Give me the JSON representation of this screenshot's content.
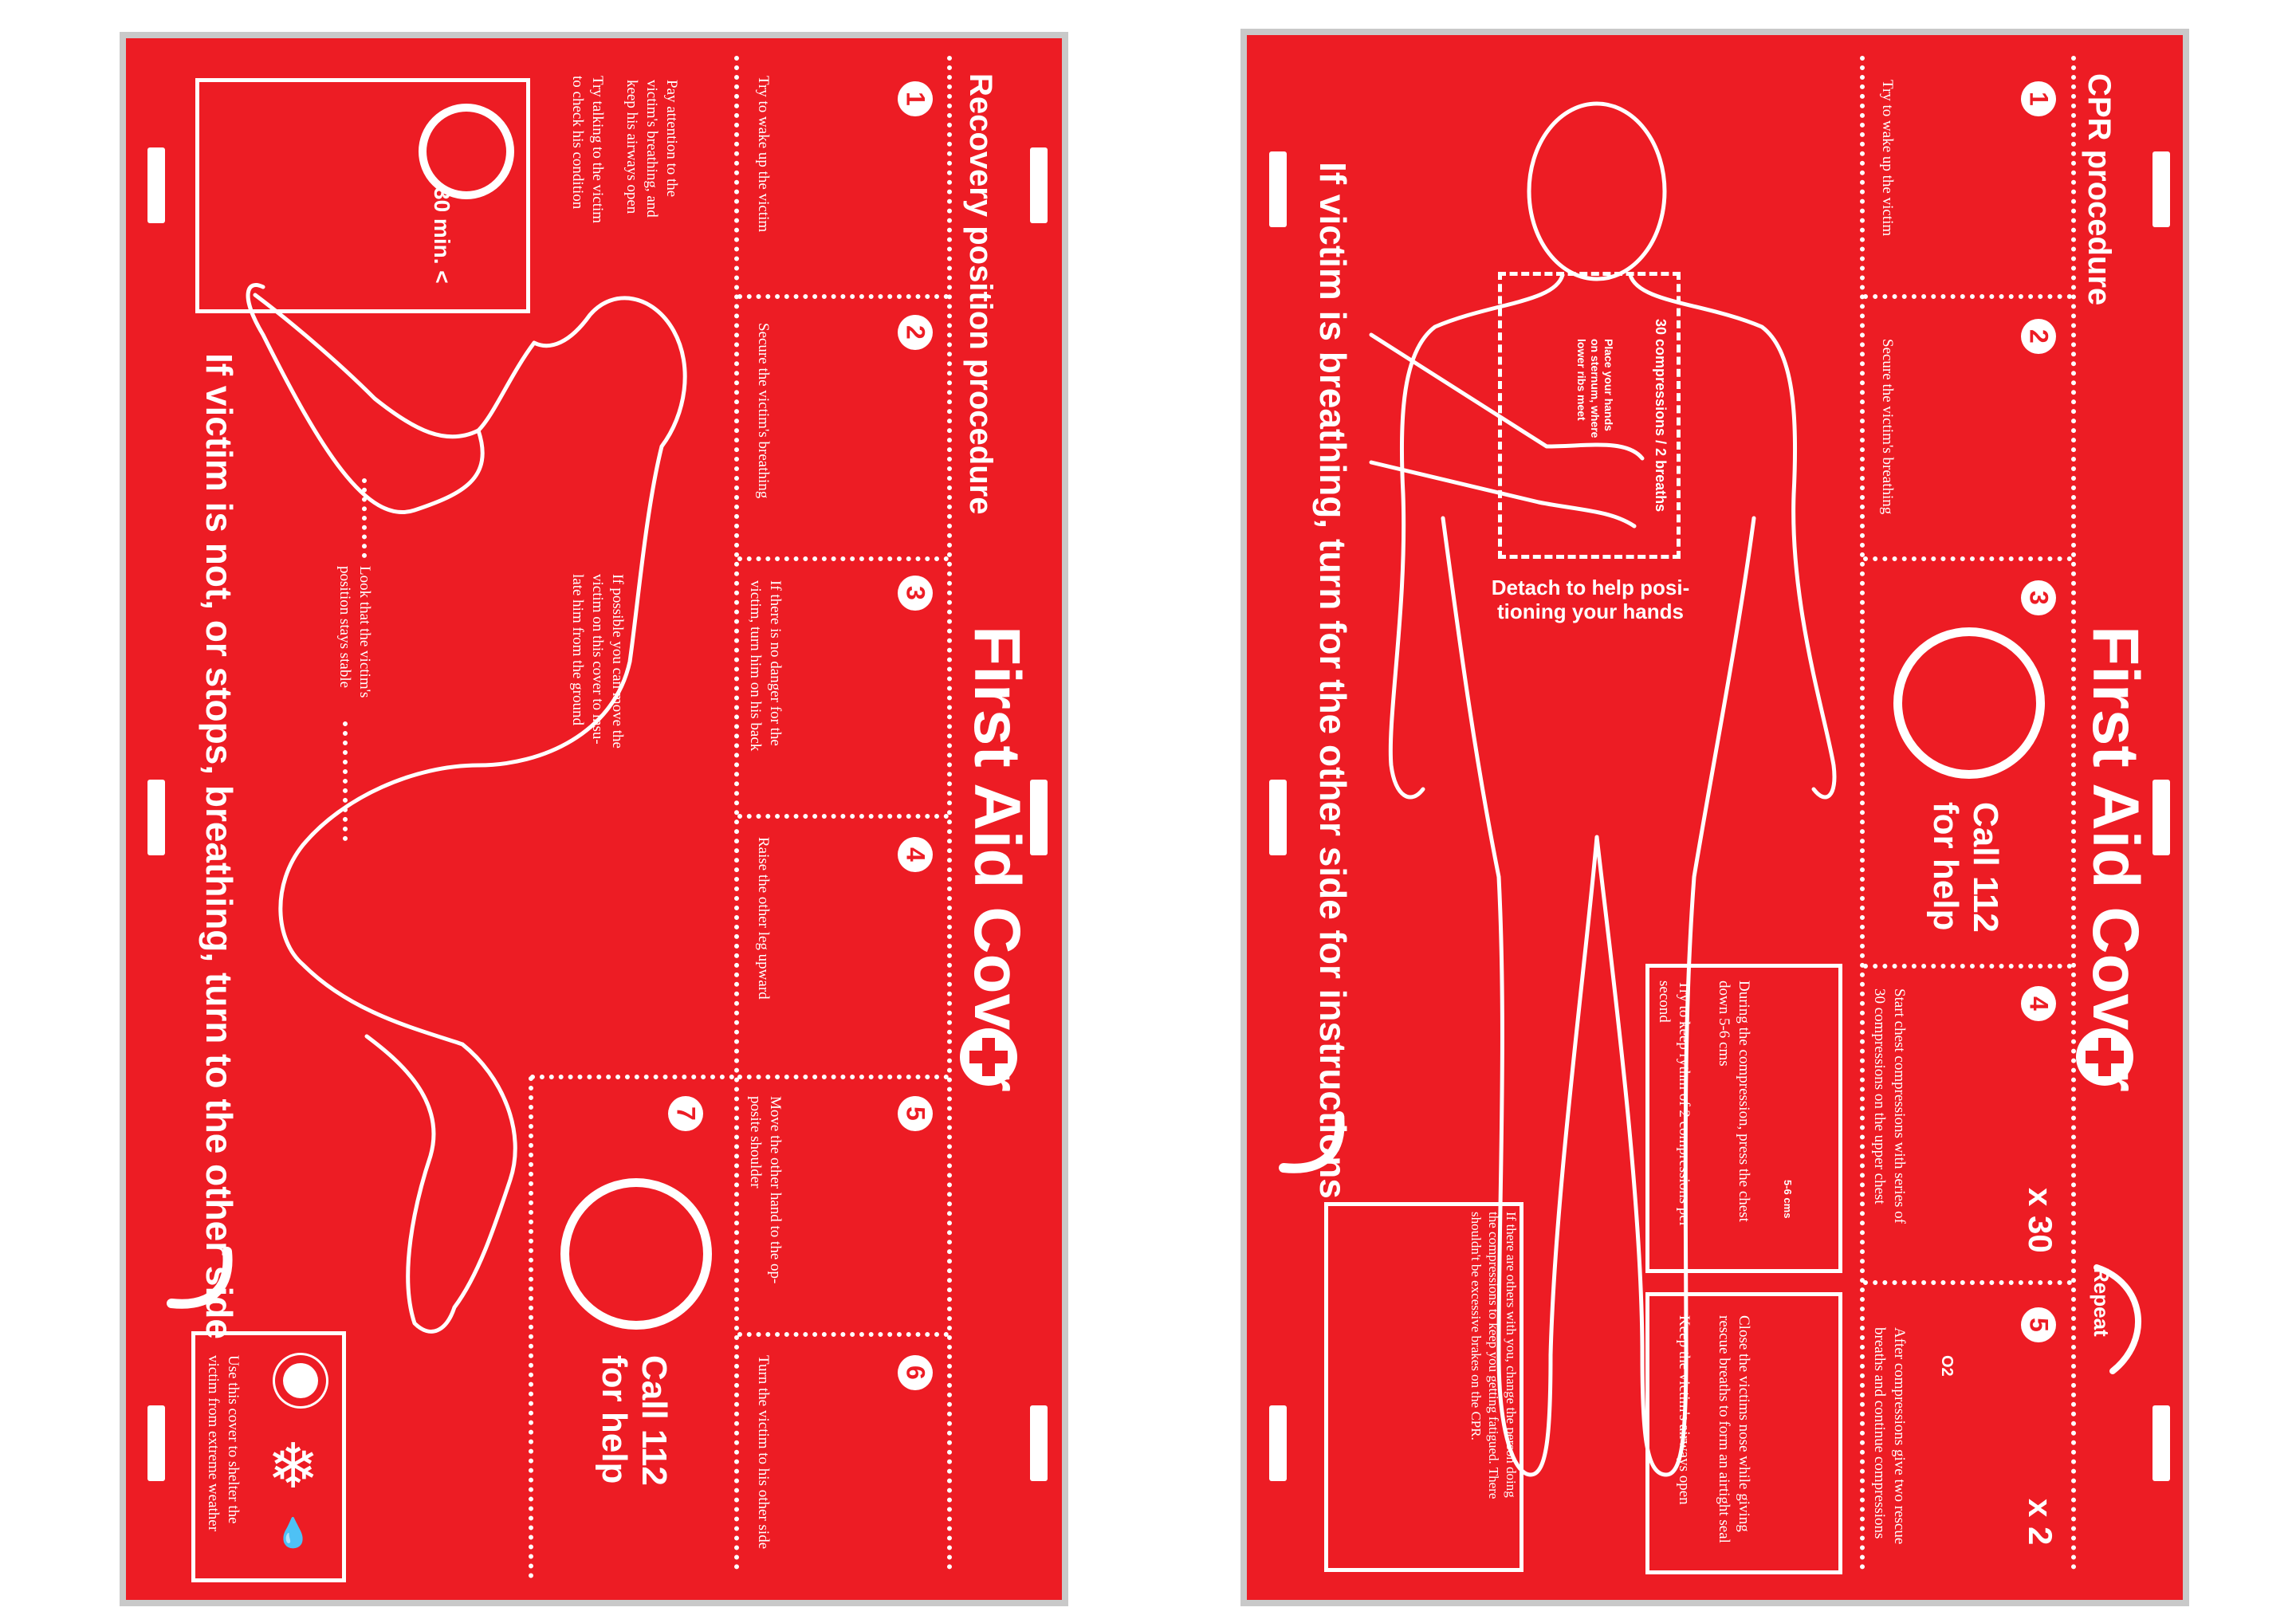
{
  "colors": {
    "cover_red": "#ED1C24",
    "frame_gray": "#C9C9C9",
    "ink": "#FFFFFF"
  },
  "left": {
    "title": "Recovery position procedure",
    "cover_title": "First Aid Cover",
    "cross_icon": "first-aid-cross-icon",
    "steps": [
      {
        "number": "1",
        "lines": [
          "Try to wake up the victim"
        ]
      },
      {
        "number": "2",
        "lines": [
          "Secure the victim's breathing"
        ]
      },
      {
        "number": "3",
        "lines": [
          "If there is no danger for the",
          "victim, turn him on his back"
        ]
      },
      {
        "number": "4",
        "lines": [
          "Raise the other leg upward"
        ]
      },
      {
        "number": "5",
        "lines": [
          "Move the other hand to the op-",
          "posite shoulder"
        ]
      },
      {
        "number": "6",
        "lines": [
          "Turn the victim to his other side"
        ]
      }
    ],
    "step7": {
      "number": "7",
      "call_line1": "Call 112",
      "call_line2": "for help",
      "icon": "mobile-phone-icon"
    },
    "timer_label": "30 min. <",
    "notes": {
      "pay_attention": [
        "Pay attention to the",
        "victim's breathing, and",
        "keep his airways open"
      ],
      "try_talking": [
        "Try talking to the victim",
        "to check his condition"
      ],
      "if_possible": [
        "If possible you can move the",
        "victim on this cover to insu-",
        "late him from the ground"
      ],
      "look_stable": [
        "Look that the victim's",
        "position stays stable"
      ],
      "weather": [
        "Use this cover to shelter the",
        "victim from extreme weather"
      ]
    },
    "big_instruction": "If victim is not, or stops, breathing, turn to the other side"
  },
  "right": {
    "title": "CPR procedure",
    "cover_title": "First Aid Cover",
    "steps": [
      {
        "number": "1",
        "lines": [
          "Try to wake up the victim"
        ]
      },
      {
        "number": "2",
        "lines": [
          "Secure the victim's breathing"
        ]
      },
      {
        "number": "3",
        "call_line1": "Call 112",
        "call_line2": "for help"
      },
      {
        "number": "4",
        "lines": [
          "Start chest compressions with series of",
          "30 compressions on the upper chest"
        ],
        "count": "x 30"
      },
      {
        "number": "5",
        "lines": [
          "After compressions give two rescue",
          "breaths and continue compressions"
        ],
        "count": "x 2",
        "o2": "O2"
      }
    ],
    "repeat_label": "Repeat",
    "chest": {
      "ratio": "30 compressions / 2 breaths",
      "place": [
        "Place your hands",
        "on sternum, where",
        "lower ribs meet"
      ],
      "detach": [
        "Detach to help posi-",
        "tioning your hands"
      ]
    },
    "boxes": {
      "compression": [
        "During the compression, press the chest",
        "down 5-6 cms",
        "",
        "Try to keep rythm of 2 compressions per",
        "second"
      ],
      "depth_label": "5-6 cms",
      "nose": [
        "Close the victims nose while giving",
        "rescue breaths to form an airtight seal",
        "",
        "Keep the victim's airways open"
      ],
      "others": [
        "If there are others with you, change the person doing",
        "the compressions to keep you getting fatigued. There",
        "shouldn't be excessive brakes on the CPR."
      ]
    },
    "big_instruction": "If victim is breathing, turn for the other side for instructions"
  }
}
